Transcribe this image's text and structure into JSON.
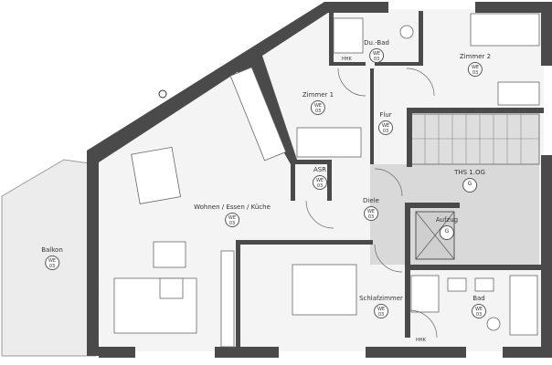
{
  "title": "",
  "colors": {
    "wall": "#4a4a4a",
    "floor": "#f2f2f2",
    "common_area": "#d9d9d9",
    "balcony": "#ececec"
  },
  "rooms": [
    {
      "name": "Du.-Bad",
      "code": "WE 03"
    },
    {
      "name": "Zimmer 2",
      "code": "WE 03"
    },
    {
      "name": "Zimmer 1",
      "code": "WE 03"
    },
    {
      "name": "Flur",
      "code": "WE 03"
    },
    {
      "name": "ASR",
      "code": "WE 03"
    },
    {
      "name": "THS 1.OG",
      "code": "G"
    },
    {
      "name": "Diele",
      "code": "WE 03"
    },
    {
      "name": "Wohnen / Essen / Küche",
      "code": "WE 03"
    },
    {
      "name": "Aufzug",
      "code": "G"
    },
    {
      "name": "Balkon",
      "code": "WE 03"
    },
    {
      "name": "Schlafzimmer",
      "code": "WE 03"
    },
    {
      "name": "Bad",
      "code": "WE 03"
    }
  ],
  "hhk_labels": [
    "HHK",
    "HHK"
  ]
}
